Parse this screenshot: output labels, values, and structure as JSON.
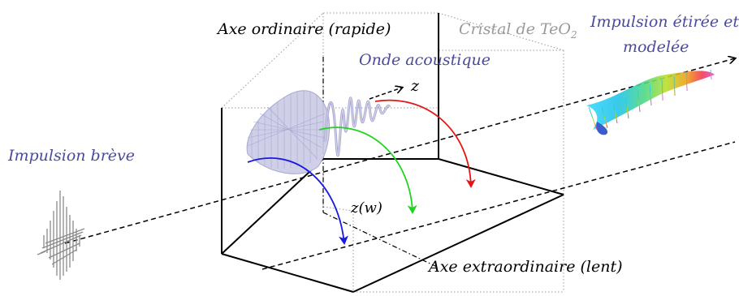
{
  "labels": {
    "ordinary_axis": "Axe ordinaire (rapide)",
    "crystal_prefix": "Cristal de TeO",
    "crystal_subscript": "2",
    "acoustic_wave": "Onde acoustique",
    "z_axis": "z",
    "z_omega": "z(w)",
    "short_pulse": "Impulsion brève",
    "shaped_pulse_line1": "Impulsion étirée et",
    "shaped_pulse_line2": "modelée",
    "extraordinary_axis": "Axe extraordinaire (lent)"
  },
  "colors": {
    "label_blue": "#4a4a9c",
    "crystal_label_gray": "#9a9a9a",
    "box_dotted": "#9a9a9a",
    "wave_lavender": "#b4b4d8",
    "pulse_gray": "#8a8a8a",
    "arrow_blue": "#1a1adf",
    "arrow_green": "#1fd41f",
    "arrow_red": "#e61414",
    "solid_black": "#000000"
  },
  "arrows": [
    {
      "name": "blue-arrow",
      "color": "#1a1adf"
    },
    {
      "name": "green-arrow",
      "color": "#1fd41f"
    },
    {
      "name": "red-arrow",
      "color": "#e61414"
    }
  ]
}
